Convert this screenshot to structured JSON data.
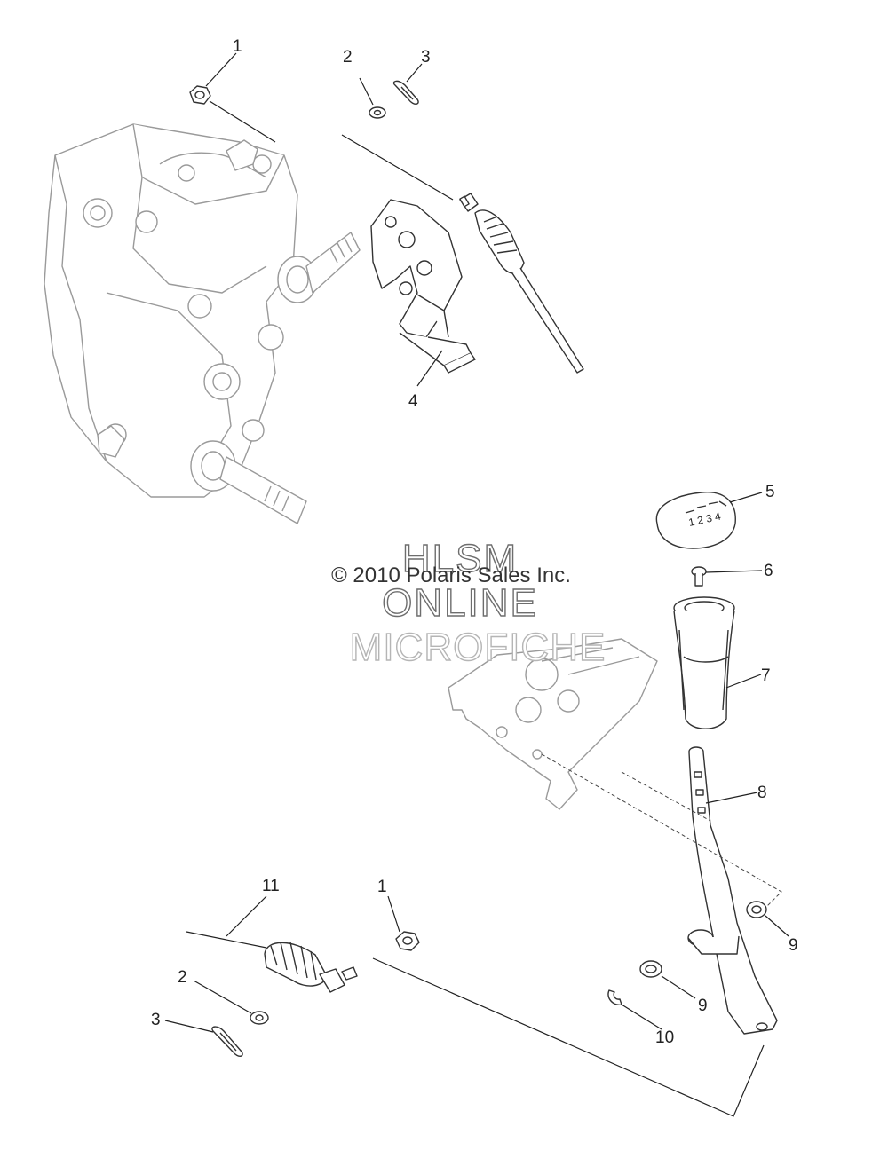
{
  "watermark": {
    "line1": "HLSM",
    "line2": "ONLINE",
    "line3": "MICROFICHE"
  },
  "copyright": "© 2010 Polaris Sales Inc.",
  "callouts": [
    "1",
    "2",
    "3",
    "4",
    "5",
    "6",
    "7",
    "8",
    "9",
    "9",
    "10",
    "11",
    "1",
    "2",
    "3"
  ]
}
